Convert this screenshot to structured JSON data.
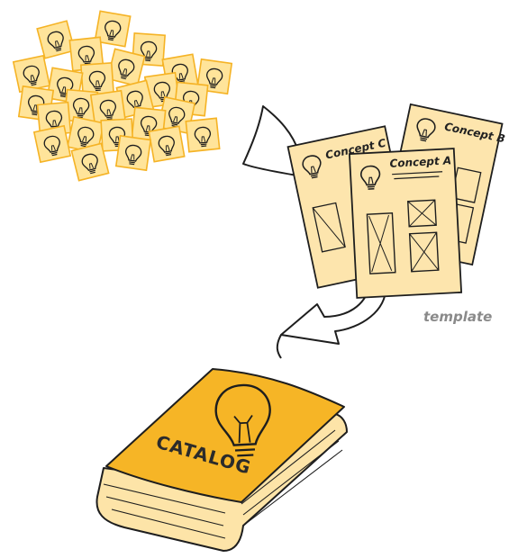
{
  "concepts": {
    "a": "Concept A",
    "b": "Concept B",
    "c": "Concept C"
  },
  "template_label": "template",
  "catalog_label": "CATALOG",
  "colors": {
    "note_fill": "#ffe49a",
    "note_stroke": "#f5b325",
    "sheet_fill": "#fde5ad",
    "book_cover": "#f6b526",
    "book_pages": "#fde4a8",
    "ink": "#1e1e1e",
    "label_gray": "#8a8a8a"
  },
  "icons": [
    "lightbulb-icon",
    "wireframe-image-icon",
    "wireframe-text-icon",
    "curved-arrow-icon"
  ]
}
